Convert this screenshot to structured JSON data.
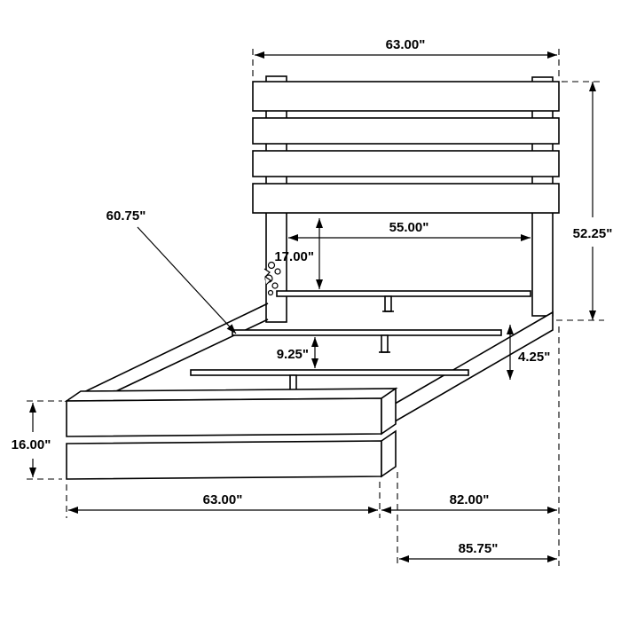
{
  "diagram": {
    "type": "bed-frame-dimension-drawing",
    "labels": {
      "headboard_width": "63.00\"",
      "headboard_height": "52.25\"",
      "inner_slat_width": "55.00\"",
      "headboard_to_slat": "17.00\"",
      "rail_length": "60.75\"",
      "slat_spacing": "9.25\"",
      "rail_height": "4.25\"",
      "footboard_height": "16.00\"",
      "footboard_width": "63.00\"",
      "frame_length": "82.00\"",
      "overall_length": "85.75\""
    },
    "colors": {
      "line": "#000000",
      "background": "#ffffff"
    }
  }
}
